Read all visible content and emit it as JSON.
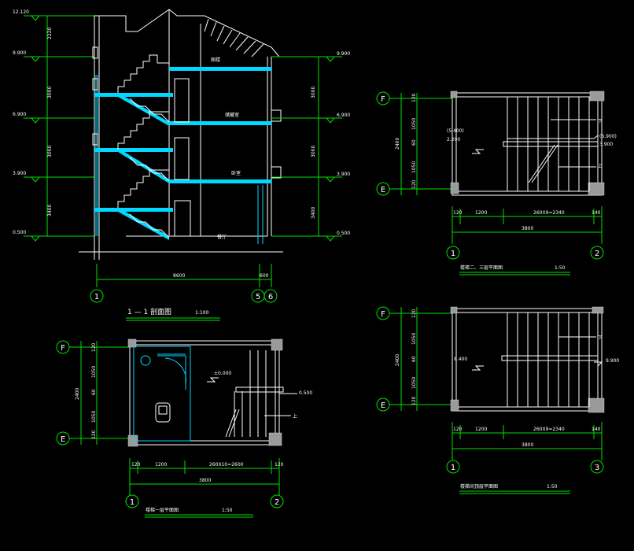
{
  "section": {
    "title": "1 — 1 剖面图",
    "scale": "1:100",
    "left_levels": [
      "12.120",
      "9.900",
      "6.900",
      "3.900",
      "0.500"
    ],
    "left_dims": [
      "2220",
      "3000",
      "3000",
      "3400"
    ],
    "right_levels": [
      "9.900",
      "6.900",
      "3.900",
      "0.500"
    ],
    "right_dims": [
      "3000",
      "3000",
      "3400"
    ],
    "room_labels": [
      "阁楼",
      "储藏室",
      "卧室",
      "餐厅"
    ],
    "bottom_dims": [
      "8600",
      "600"
    ],
    "axes": [
      "1",
      "5",
      "6"
    ]
  },
  "plan_upper": {
    "title": "楼梯二、三层平面图",
    "scale": "1:50",
    "axes_left": [
      "F",
      "E"
    ],
    "axes_bottom": [
      "1",
      "2"
    ],
    "dims_vertical": [
      "120",
      "1050",
      "60",
      "1050",
      "120"
    ],
    "dim_total_vertical": "2400",
    "dims_horizontal": [
      "120",
      "1200",
      "260X9=2340",
      "140"
    ],
    "dim_total_horizontal": "3800",
    "levels": [
      "(5.400)",
      "2.200",
      "(6.900)",
      "3.900"
    ],
    "arrow_down": "下",
    "arrow_up": "上"
  },
  "plan_top": {
    "title": "楼梯间顶层平面图",
    "scale": "1:50",
    "axes_left": [
      "F",
      "E"
    ],
    "axes_bottom": [
      "1",
      "3"
    ],
    "dims_vertical": [
      "120",
      "1050",
      "60",
      "1050",
      "120"
    ],
    "dim_total_vertical": "2400",
    "dims_horizontal": [
      "120",
      "1200",
      "260X9=2340",
      "140"
    ],
    "dim_total_horizontal": "3800",
    "levels": [
      "8.400",
      "9.900"
    ],
    "arrow_down": "下"
  },
  "plan_ground": {
    "title": "楼梯一层平面图",
    "scale": "1:50",
    "axes_left": [
      "F",
      "E"
    ],
    "axes_bottom": [
      "1",
      "2"
    ],
    "dims_vertical": [
      "120",
      "1050",
      "60",
      "1050",
      "120"
    ],
    "dim_total_vertical": "2400",
    "dims_horizontal": [
      "120",
      "1200",
      "260X10=2600",
      "120"
    ],
    "dim_total_horizontal": "3800",
    "levels": [
      "±0.000",
      "0.500"
    ],
    "arrow_up": "上"
  }
}
